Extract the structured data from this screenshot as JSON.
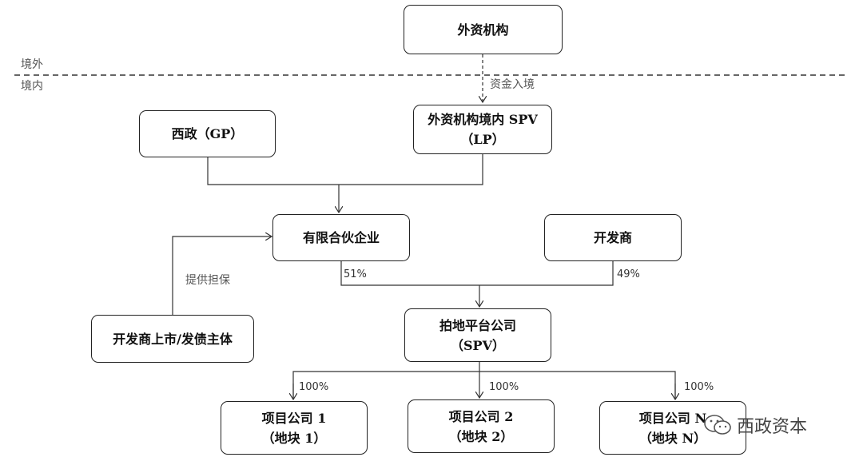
{
  "zones": {
    "outside": "境外",
    "inside": "境内"
  },
  "nodes": {
    "foreign": "外资机构",
    "spv_line1": "外资机构境内 SPV",
    "spv_line2": "（LP）",
    "gp": "西政（GP）",
    "partnership": "有限合伙企业",
    "developer": "开发商",
    "listed": "开发商上市/发债主体",
    "platform_line1": "拍地平台公司",
    "platform_line2": "（SPV）",
    "p1_line1": "项目公司 1",
    "p1_line2": "（地块 1）",
    "p2_line1": "项目公司 2",
    "p2_line2": "（地块 2）",
    "pn_line1": "项目公司 N",
    "pn_line2": "（地块 N）"
  },
  "labels": {
    "funds": "资金入境",
    "guarantee": "提供担保",
    "share_partnership": "51%",
    "share_developer": "49%",
    "p1_pct": "100%",
    "p2_pct": "100%",
    "pn_pct": "100%"
  },
  "watermark": {
    "text": "西政资本",
    "icon": "wechat-icon"
  }
}
